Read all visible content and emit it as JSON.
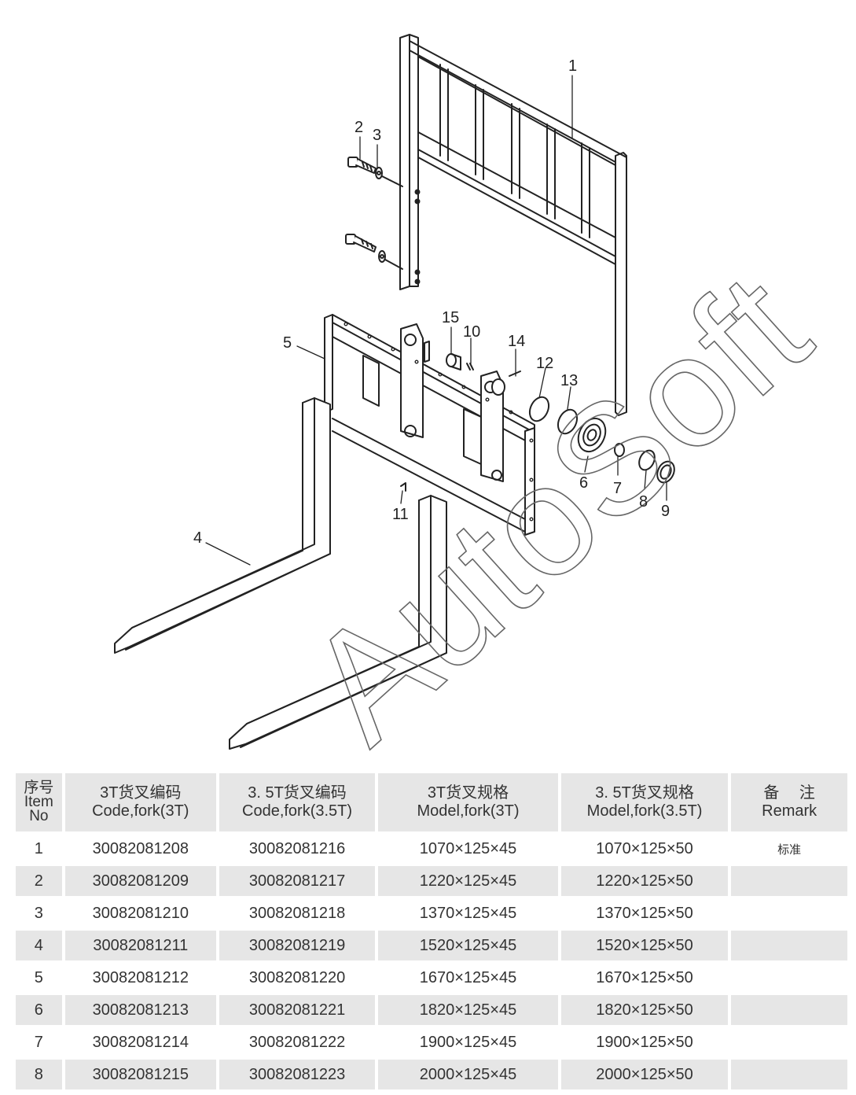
{
  "diagram": {
    "watermark": "AutoSoft",
    "callouts": [
      "1",
      "2",
      "3",
      "4",
      "5",
      "6",
      "7",
      "8",
      "9",
      "10",
      "11",
      "12",
      "13",
      "14",
      "15"
    ]
  },
  "table": {
    "headers": {
      "item": [
        "序号",
        "Item",
        "No"
      ],
      "code3t": [
        "3T货叉编码",
        "Code,fork(3T)"
      ],
      "code35t": [
        "3. 5T货叉编码",
        "Code,fork(3.5T)"
      ],
      "model3t": [
        "3T货叉规格",
        "Model,fork(3T)"
      ],
      "model35t": [
        "3. 5T货叉规格",
        "Model,fork(3.5T)"
      ],
      "remark": [
        "备　 注",
        "Remark"
      ]
    },
    "rows": [
      {
        "no": "1",
        "code3t": "30082081208",
        "code35t": "30082081216",
        "model3t": "1070×125×45",
        "model35t": "1070×125×50",
        "remark": "标准"
      },
      {
        "no": "2",
        "code3t": "30082081209",
        "code35t": "30082081217",
        "model3t": "1220×125×45",
        "model35t": "1220×125×50",
        "remark": ""
      },
      {
        "no": "3",
        "code3t": "30082081210",
        "code35t": "30082081218",
        "model3t": "1370×125×45",
        "model35t": "1370×125×50",
        "remark": ""
      },
      {
        "no": "4",
        "code3t": "30082081211",
        "code35t": "30082081219",
        "model3t": "1520×125×45",
        "model35t": "1520×125×50",
        "remark": ""
      },
      {
        "no": "5",
        "code3t": "30082081212",
        "code35t": "30082081220",
        "model3t": "1670×125×45",
        "model35t": "1670×125×50",
        "remark": ""
      },
      {
        "no": "6",
        "code3t": "30082081213",
        "code35t": "30082081221",
        "model3t": "1820×125×45",
        "model35t": "1820×125×50",
        "remark": ""
      },
      {
        "no": "7",
        "code3t": "30082081214",
        "code35t": "30082081222",
        "model3t": "1900×125×45",
        "model35t": "1900×125×50",
        "remark": ""
      },
      {
        "no": "8",
        "code3t": "30082081215",
        "code35t": "30082081223",
        "model3t": "2000×125×45",
        "model35t": "2000×125×50",
        "remark": ""
      }
    ]
  }
}
